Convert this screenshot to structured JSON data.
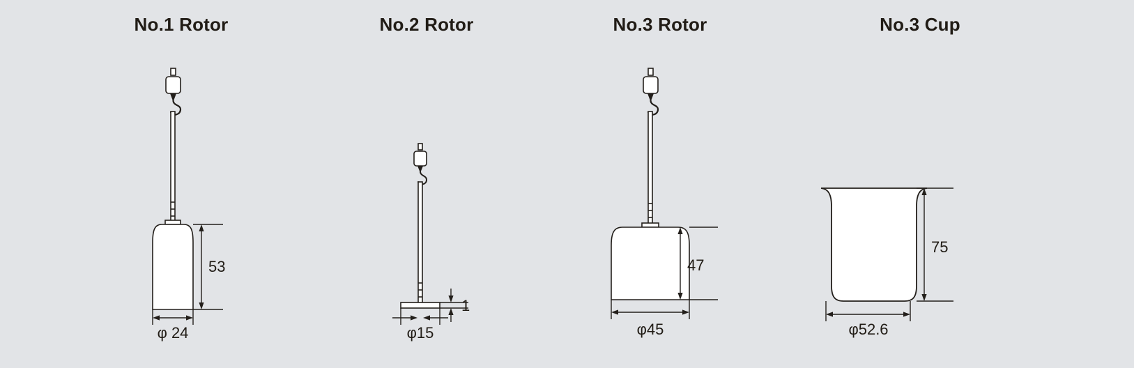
{
  "background_color": "#e2e4e7",
  "line_color": "#231f1b",
  "fill_color": "#ffffff",
  "text_color": "#211c16",
  "figures": [
    {
      "id": "no1-rotor",
      "title": "No.1 Rotor",
      "type": "rotor",
      "dimensions": {
        "height_label": "53",
        "diameter_label": "φ 24",
        "thickness_label": ""
      }
    },
    {
      "id": "no2-rotor",
      "title": "No.2 Rotor",
      "type": "rotor-disc",
      "dimensions": {
        "height_label": "",
        "diameter_label": "φ15",
        "thickness_label": "1"
      }
    },
    {
      "id": "no3-rotor",
      "title": "No.3 Rotor",
      "type": "rotor",
      "dimensions": {
        "height_label": "47",
        "diameter_label": "φ45",
        "thickness_label": ""
      }
    },
    {
      "id": "no3-cup",
      "title": "No.3 Cup",
      "type": "cup",
      "dimensions": {
        "height_label": "75",
        "diameter_label": "φ52.6",
        "thickness_label": ""
      }
    }
  ]
}
